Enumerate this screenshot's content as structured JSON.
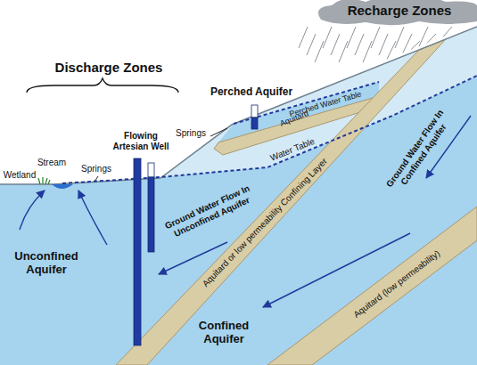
{
  "diagram": {
    "labels": [
      "Recharge Zones",
      "Discharge Zones",
      "Perched Aquifer",
      "Perched Water Table",
      "Springs",
      "Aquitard",
      "Water Table",
      "Flowing Artesian Well",
      "Springs",
      "Stream",
      "Wetland",
      "Ground Water Flow In Unconfined Aquifer",
      "Aquitard or low permeability Confining Layer",
      "Ground Water Flow In Confined Aquifer",
      "Unconfined Aquifer",
      "Confined Aquifer",
      "Aquitard (low permeability)"
    ]
  }
}
